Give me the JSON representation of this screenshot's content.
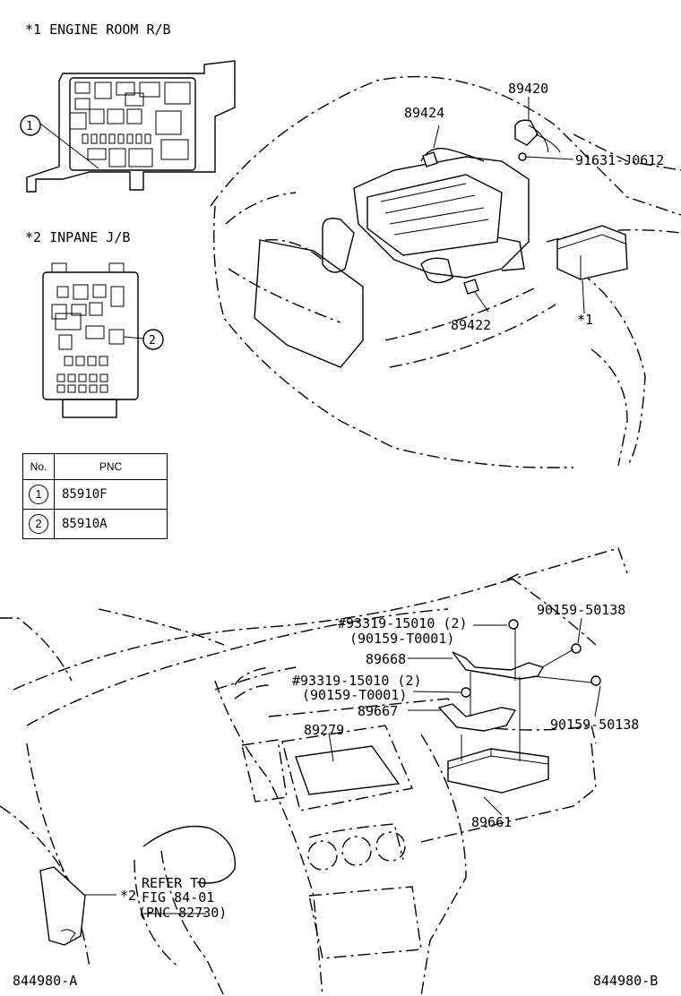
{
  "legend": {
    "engine_room": "*1  ENGINE ROOM R/B",
    "inpane": "*2  INPANE J/B",
    "mark1": "1",
    "mark2": "2"
  },
  "table": {
    "header_no": "No.",
    "header_pnc": "PNC",
    "rows": [
      {
        "no": "1",
        "pnc": "85910F"
      },
      {
        "no": "2",
        "pnc": "85910A"
      }
    ]
  },
  "engine_parts": {
    "p89420": "89420",
    "p89424": "89424",
    "p91631": "91631-J0612",
    "p89422": "89422",
    "star1": "*1"
  },
  "dash_parts": {
    "p90159_top": "90159-50138",
    "p93319_a": "#93319-15010 (2)",
    "p90159_t_a": "(90159-T0001)",
    "p89668": "89668",
    "p93319_b": "#93319-15010 (2)",
    "p90159_t_b": "(90159-T0001)",
    "p89667": "89667",
    "p90159_bot": "90159-50138",
    "p89279": "89279",
    "p89661": "89661",
    "refer1": "REFER TO",
    "refer2": "FIG 84-01",
    "refer3": "(PNC 82730)",
    "star2": "*2"
  },
  "codes": {
    "left": "844980-A",
    "right": "844980-B"
  }
}
